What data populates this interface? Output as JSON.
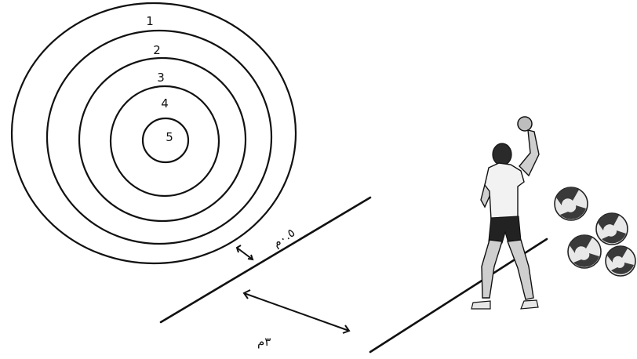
{
  "target": {
    "ring_labels": [
      "1",
      "2",
      "3",
      "4",
      "5"
    ]
  },
  "dimensions": {
    "near_gap_label": "٠.٥م",
    "throw_distance_label": "٣م"
  },
  "colors": {
    "ink": "#111111",
    "skin": "#cfcfcf",
    "shirt": "#f2f2f2",
    "shorts": "#222222",
    "ball_dark": "#3a3a3a",
    "ball_light": "#e8e8e8"
  },
  "icons": [
    "target-rings",
    "double-arrow-icon",
    "thrower-figure",
    "ball-icon"
  ]
}
